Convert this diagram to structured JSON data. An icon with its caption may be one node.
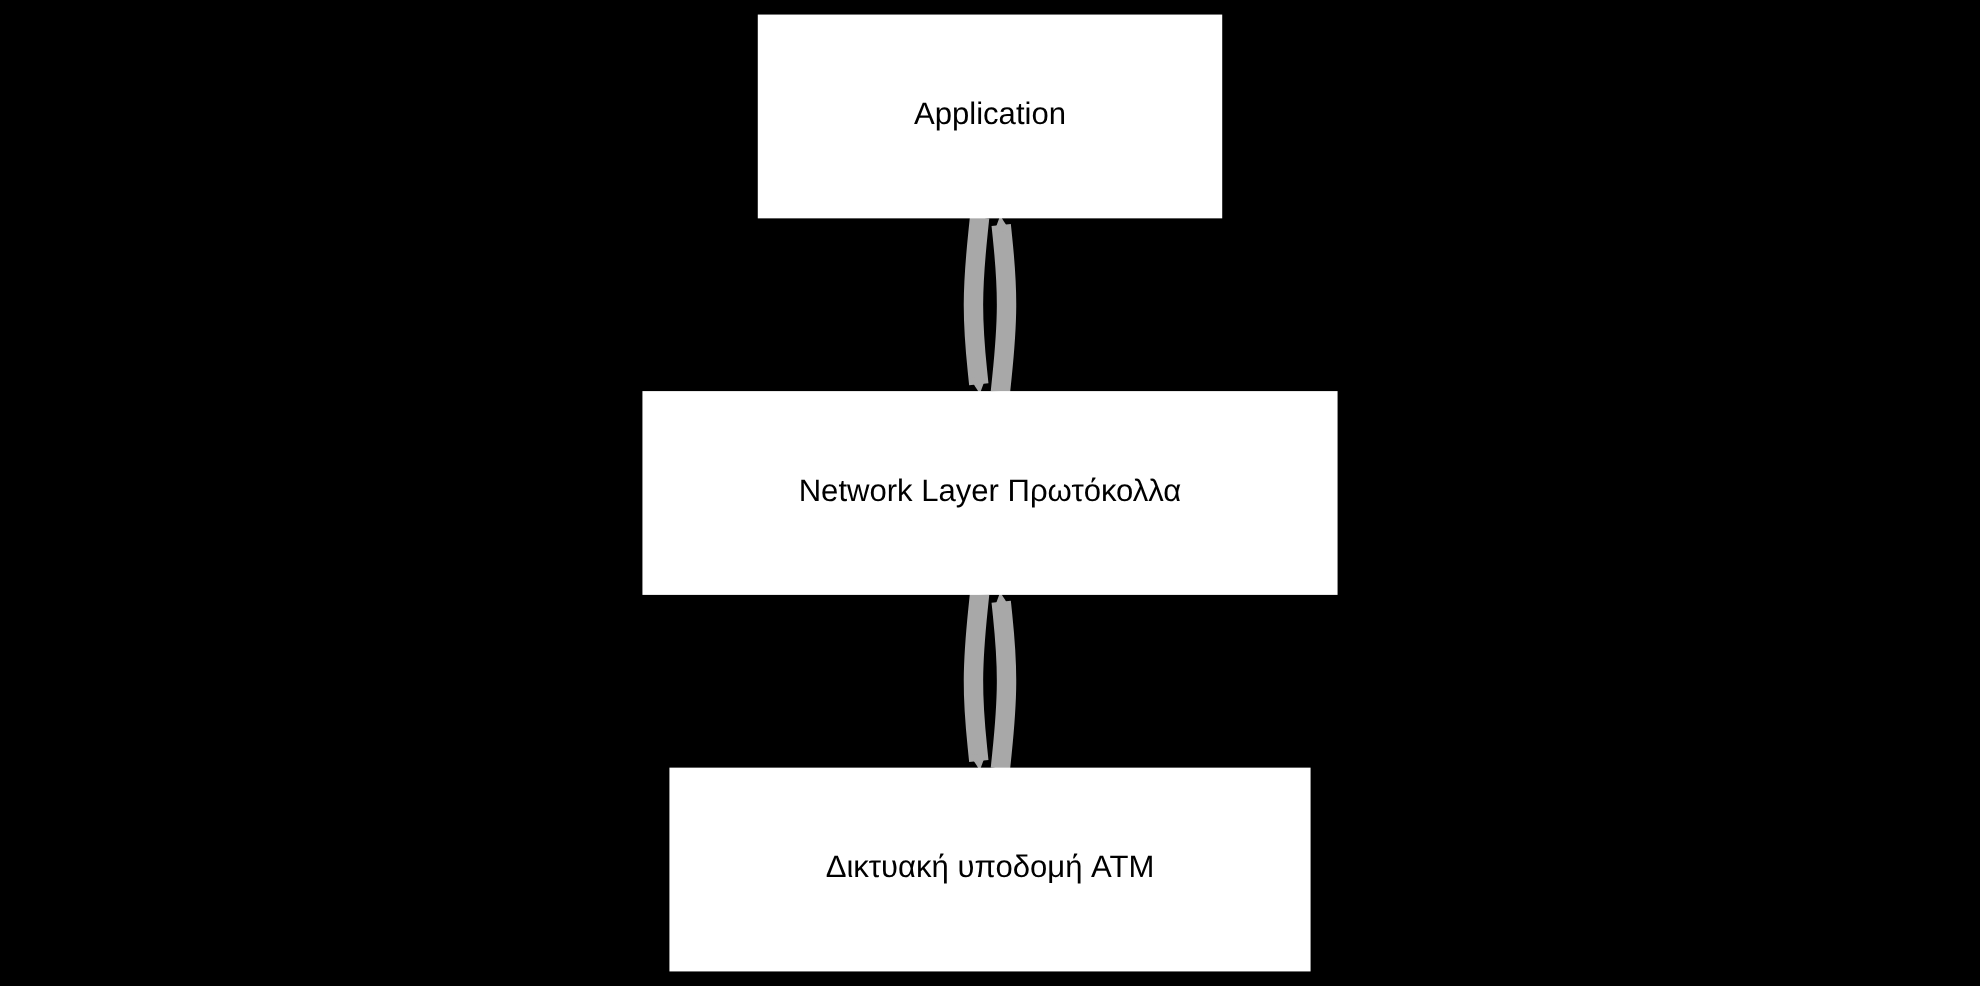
{
  "diagram": {
    "nodes": [
      {
        "text": [
          "Application"
        ]
      },
      {
        "text": [
          "Network Layer Πρωτόκολλα"
        ]
      },
      {
        "text": [
          "Δικτυακή υποδομή  ATM"
        ]
      }
    ],
    "edges": [
      {
        "from": 0,
        "to": 1,
        "arrow": "to"
      },
      {
        "from": 1,
        "to": 0,
        "arrow": "to"
      },
      {
        "from": 1,
        "to": 2,
        "arrow": "to"
      },
      {
        "from": 2,
        "to": 1,
        "arrow": "to"
      }
    ]
  }
}
